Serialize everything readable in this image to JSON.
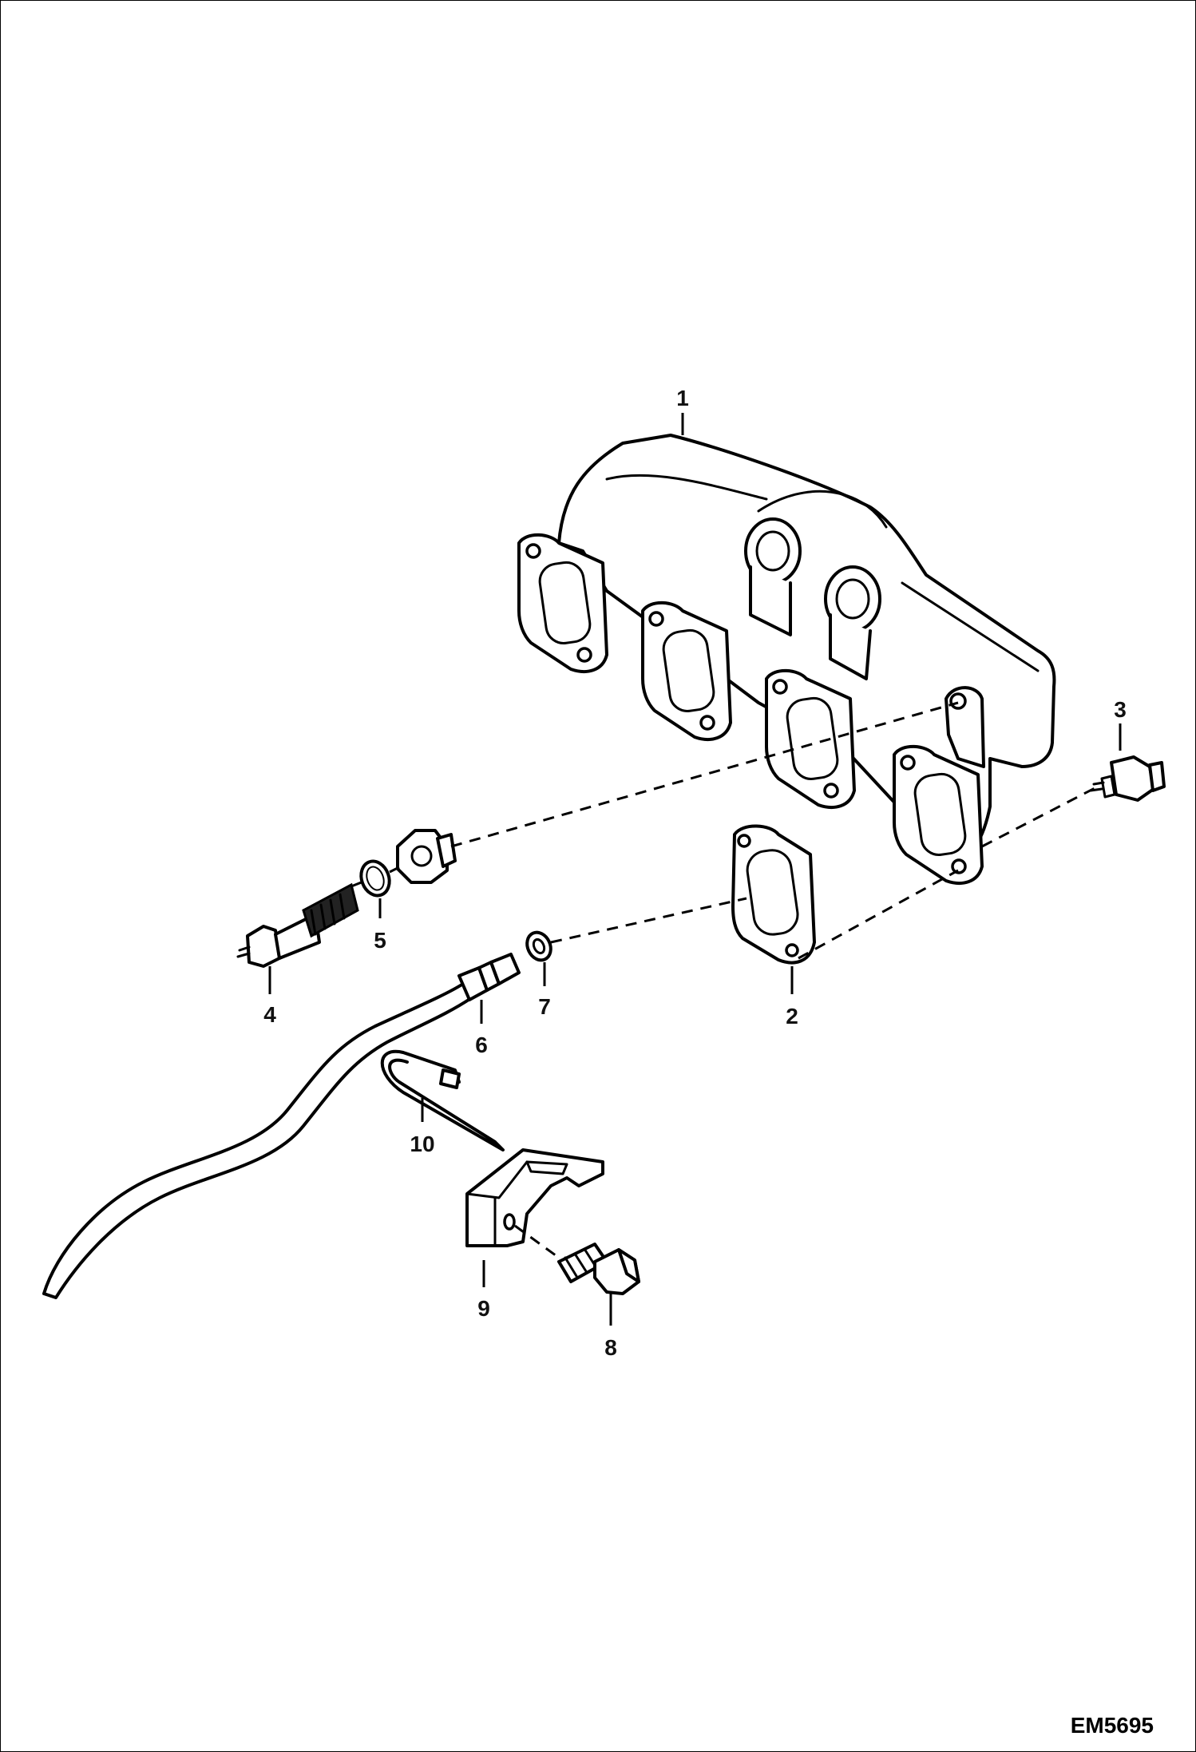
{
  "callouts": [
    {
      "id": "1",
      "text": "1"
    },
    {
      "id": "2",
      "text": "2"
    },
    {
      "id": "3",
      "text": "3"
    },
    {
      "id": "4",
      "text": "4"
    },
    {
      "id": "5",
      "text": "5"
    },
    {
      "id": "6",
      "text": "6"
    },
    {
      "id": "7",
      "text": "7"
    },
    {
      "id": "8",
      "text": "8"
    },
    {
      "id": "9",
      "text": "9"
    },
    {
      "id": "10",
      "text": "10"
    }
  ],
  "figure_code": "EM5695"
}
